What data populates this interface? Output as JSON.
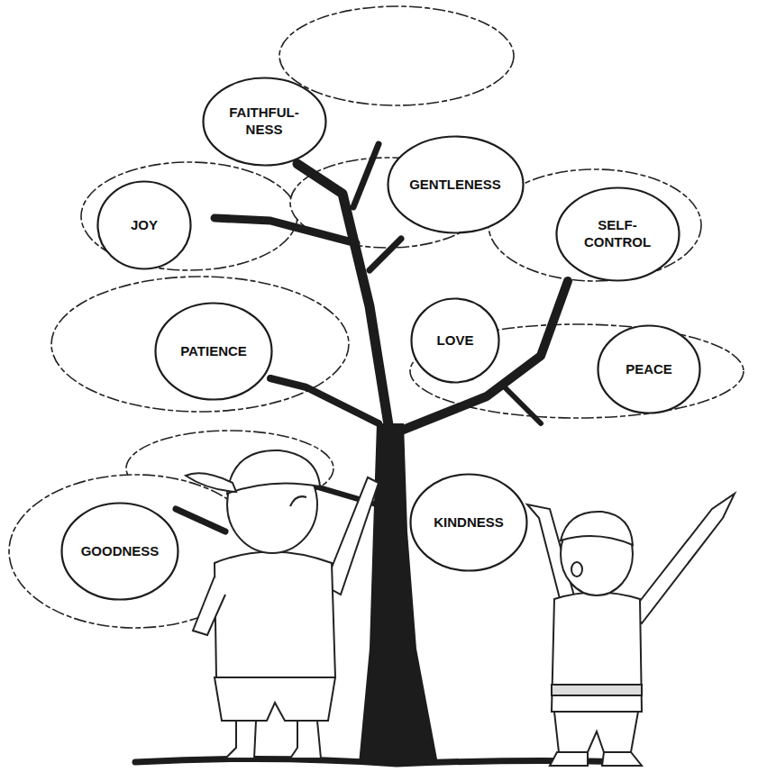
{
  "diagram": {
    "nodes": [
      {
        "text": [
          "FAITHFUL- NESS"
        ]
      },
      {
        "text": [
          "JOY"
        ]
      },
      {
        "text": [
          "GENTLENESS"
        ]
      },
      {
        "text": [
          "SELF- CONTROL"
        ]
      },
      {
        "text": [
          "PATIENCE"
        ]
      },
      {
        "text": [
          "LOVE"
        ]
      },
      {
        "text": [
          "PEACE"
        ]
      },
      {
        "text": [
          "GOODNESS"
        ]
      },
      {
        "text": [
          "KINDNESS"
        ]
      }
    ]
  }
}
